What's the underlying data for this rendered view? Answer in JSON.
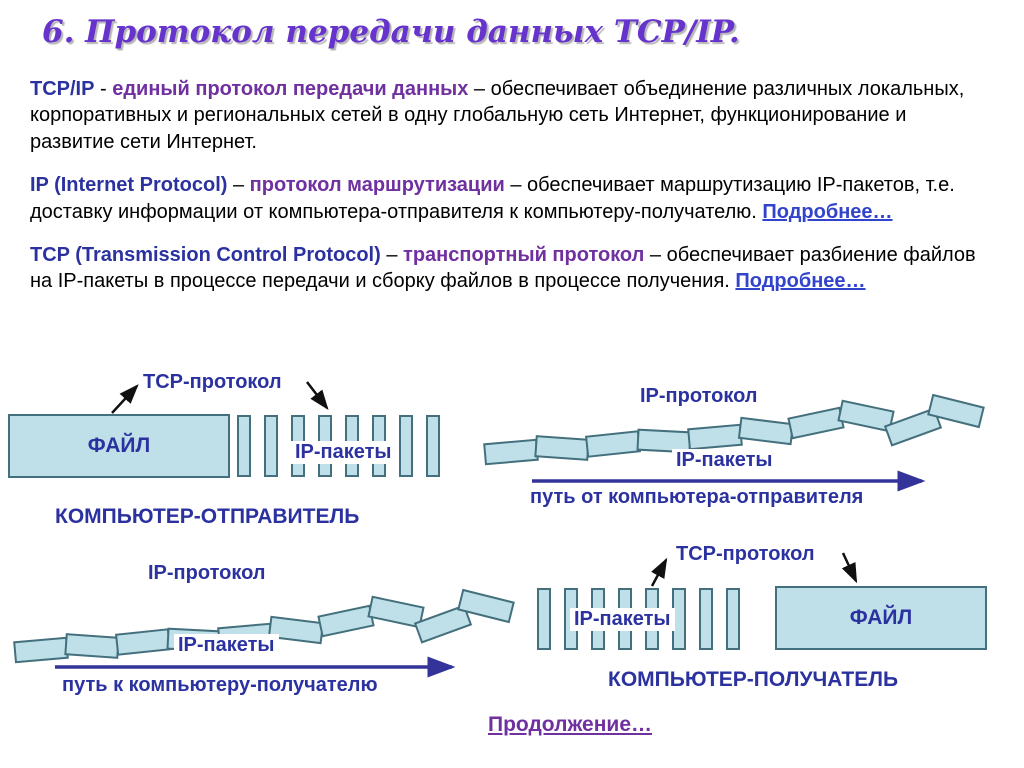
{
  "colors": {
    "title_purple": "#6633CC",
    "heading_blue": "#2B32A0",
    "term_purple": "#7030A0",
    "link_blue": "#3344CC",
    "continue_purple": "#7030A0",
    "box_fill": "#BFE0E8",
    "box_border": "#44707E",
    "arrow_blue": "#333399"
  },
  "title": "6. Протокол передачи данных TCP/IP.",
  "intro": {
    "p1": {
      "term1": "TCP/IP",
      "sep1": " - ",
      "term2": "единый протокол передачи данных",
      "rest": " – обеспечивает объединение различных локальных, корпоративных и региональных сетей в одну глобальную сеть Интернет, функционирование и развитие сети Интернет."
    },
    "p2": {
      "term1": "IP (Internet Protocol)",
      "sep1": " – ",
      "term2": "протокол маршрутизации",
      "rest": " – обеспечивает маршрутизацию IP-пакетов, т.е. доставку информации от компьютера-отправителя к компьютеру-получателю. ",
      "link": "Подробнее…"
    },
    "p3": {
      "term1": "TCP (Transmission Control Protocol)",
      "sep1": " – ",
      "term2": "транспортный протокол",
      "rest": " – обеспечивает разбиение файлов на IP-пакеты в процессе передачи и сборку файлов в процессе получения. ",
      "link": "Подробнее…"
    }
  },
  "diagram": {
    "sender": {
      "tcp_label": "TCP-протокол",
      "file_label": "ФАЙЛ",
      "packets_label": "IP-пакеты",
      "computer_label": "КОМПЬЮТЕР-ОТПРАВИТЕЛЬ"
    },
    "outbound_path": {
      "ip_label": "IP-протокол",
      "packets_label": "IP-пакеты",
      "path_label": "путь от компьютера-отправителя"
    },
    "inbound_path": {
      "ip_label": "IP-протокол",
      "packets_label": "IP-пакеты",
      "path_label": "путь к компьютеру-получателю"
    },
    "receiver": {
      "tcp_label": "TCP-протокол",
      "packets_label": "IP-пакеты",
      "file_label": "ФАЙЛ",
      "computer_label": "КОМПЬЮТЕР-ПОЛУЧАТЕЛЬ"
    },
    "continue_link": "Продолжение…"
  }
}
